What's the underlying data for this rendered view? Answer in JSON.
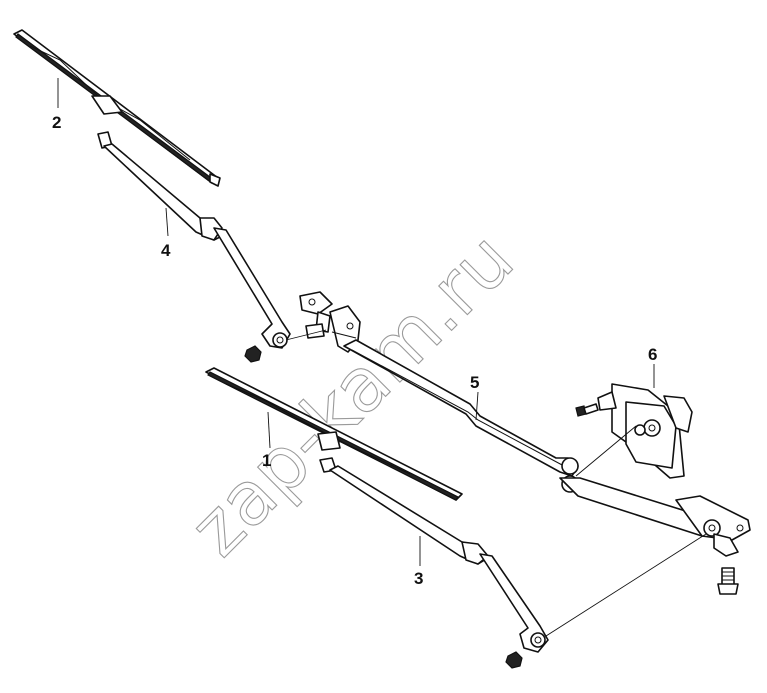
{
  "watermark": "zap-kam.ru",
  "callouts": [
    {
      "id": "1",
      "text": "1"
    },
    {
      "id": "2",
      "text": "2"
    },
    {
      "id": "3",
      "text": "3"
    },
    {
      "id": "4",
      "text": "4"
    },
    {
      "id": "5",
      "text": "5"
    },
    {
      "id": "6",
      "text": "6"
    }
  ]
}
